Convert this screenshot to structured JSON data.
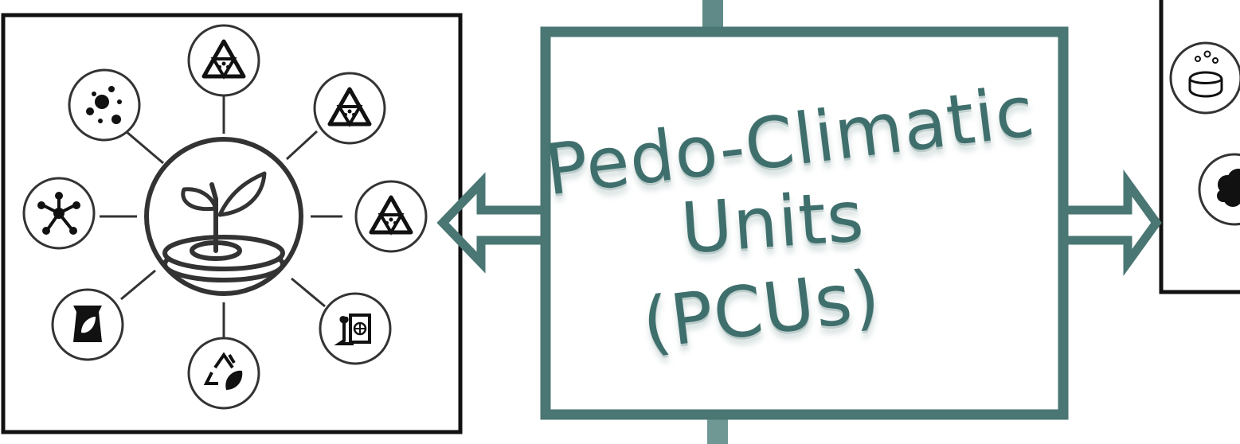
{
  "center_unit": {
    "title_line1": "Pedo-Climatic",
    "title_line2": "Units",
    "title_line3": "(PCUs)"
  },
  "colors": {
    "frame": "#4a7673",
    "outline": "#2b2b2b",
    "icon": "#111111",
    "background": "#ffffff"
  },
  "soil_hub": {
    "center_icon": "plant-in-soil-icon",
    "satellites": [
      "soil-texture-triangle-icon",
      "soil-texture-triangle-icon",
      "soil-texture-triangle-icon",
      "soil-lab-sampling-icon",
      "recycle-leaf-icon",
      "fertilizer-bag-icon",
      "molecule-network-icon",
      "soil-particles-icon"
    ]
  },
  "right_panel": {
    "icons": [
      "sponge-water-icon",
      "cloud-weather-icon"
    ]
  }
}
